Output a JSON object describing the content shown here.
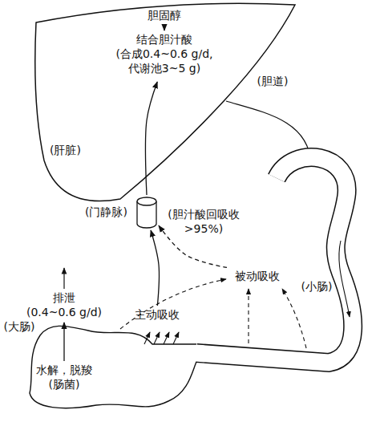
{
  "diagram": {
    "nodes": [
      {
        "text": [
          "(肝脏)"
        ]
      },
      {
        "text": [
          "胆固醇"
        ],
        "in": 0
      },
      {
        "text": [
          "结合胆汁酸",
          "(合成0.4~0.6 g/d, 代谢池3~5 g)"
        ],
        "in": 0
      },
      {
        "text": [
          "(门静脉)"
        ]
      },
      {
        "text": [
          "主动吸收"
        ]
      },
      {
        "text": [
          "被动吸收"
        ]
      },
      {
        "text": [
          "排泄",
          "(0.4~0.6 g/d)"
        ]
      },
      {
        "text": [
          "水解，脱羧",
          "(肠菌)"
        ]
      }
    ],
    "edges": [
      {
        "from": 1,
        "to": 2,
        "arrow": "to"
      },
      {
        "from": 3,
        "to": 2,
        "arrow": "to"
      },
      {
        "from": 4,
        "to": 3,
        "arrow": "to"
      },
      {
        "from": 5,
        "to": 3,
        "arrow": "to"
      },
      {
        "from": 7,
        "to": 6,
        "arrow": "to"
      }
    ],
    "labels": [
      "(胆道)",
      "(胆汁酸回吸收 >95%)",
      "(小肠)",
      "(大肠)"
    ]
  }
}
